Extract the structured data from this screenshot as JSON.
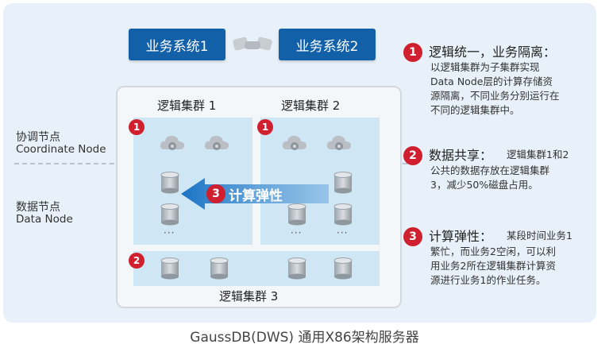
{
  "systems": [
    "业务系统1",
    "业务系统2"
  ],
  "clusters": {
    "c1": "逻辑集群 1",
    "c2": "逻辑集群 2",
    "c3": "逻辑集群 3"
  },
  "layers": {
    "coord_cn": "协调节点",
    "coord_en": "Coordinate Node",
    "data_cn": "数据节点",
    "data_en": "Data Node"
  },
  "badges": {
    "one": "1",
    "two": "2",
    "three": "3"
  },
  "arrow_label": "计算弹性",
  "ellipsis": "···",
  "annotations": [
    {
      "num": "1",
      "title": "逻辑统一，业务隔离：",
      "lines": [
        "以逻辑集群为子集群实现",
        "Data Node层的计算存储资",
        "源隔离，不同业务分别运行在",
        "不同的逻辑集群中。"
      ]
    },
    {
      "num": "2",
      "title": "数据共享：",
      "lines": [
        "逻辑集群1和2",
        "公共的数据存放在逻辑集群",
        "3，减少50%磁盘占用。"
      ]
    },
    {
      "num": "3",
      "title": "计算弹性：",
      "lines": [
        "某段时间业务1",
        "繁忙，而业务2空闲，可以利",
        "用业务2所在逻辑集群计算资",
        "源进行业务1的作业任务。"
      ]
    }
  ],
  "footer": "GaussDB(DWS) 通用X86架构服务器",
  "colors": {
    "accent": "#1261a8",
    "badge": "#d01f2e",
    "cluster_fill": "#cfe6f5",
    "arrow": "#1a73c4"
  }
}
